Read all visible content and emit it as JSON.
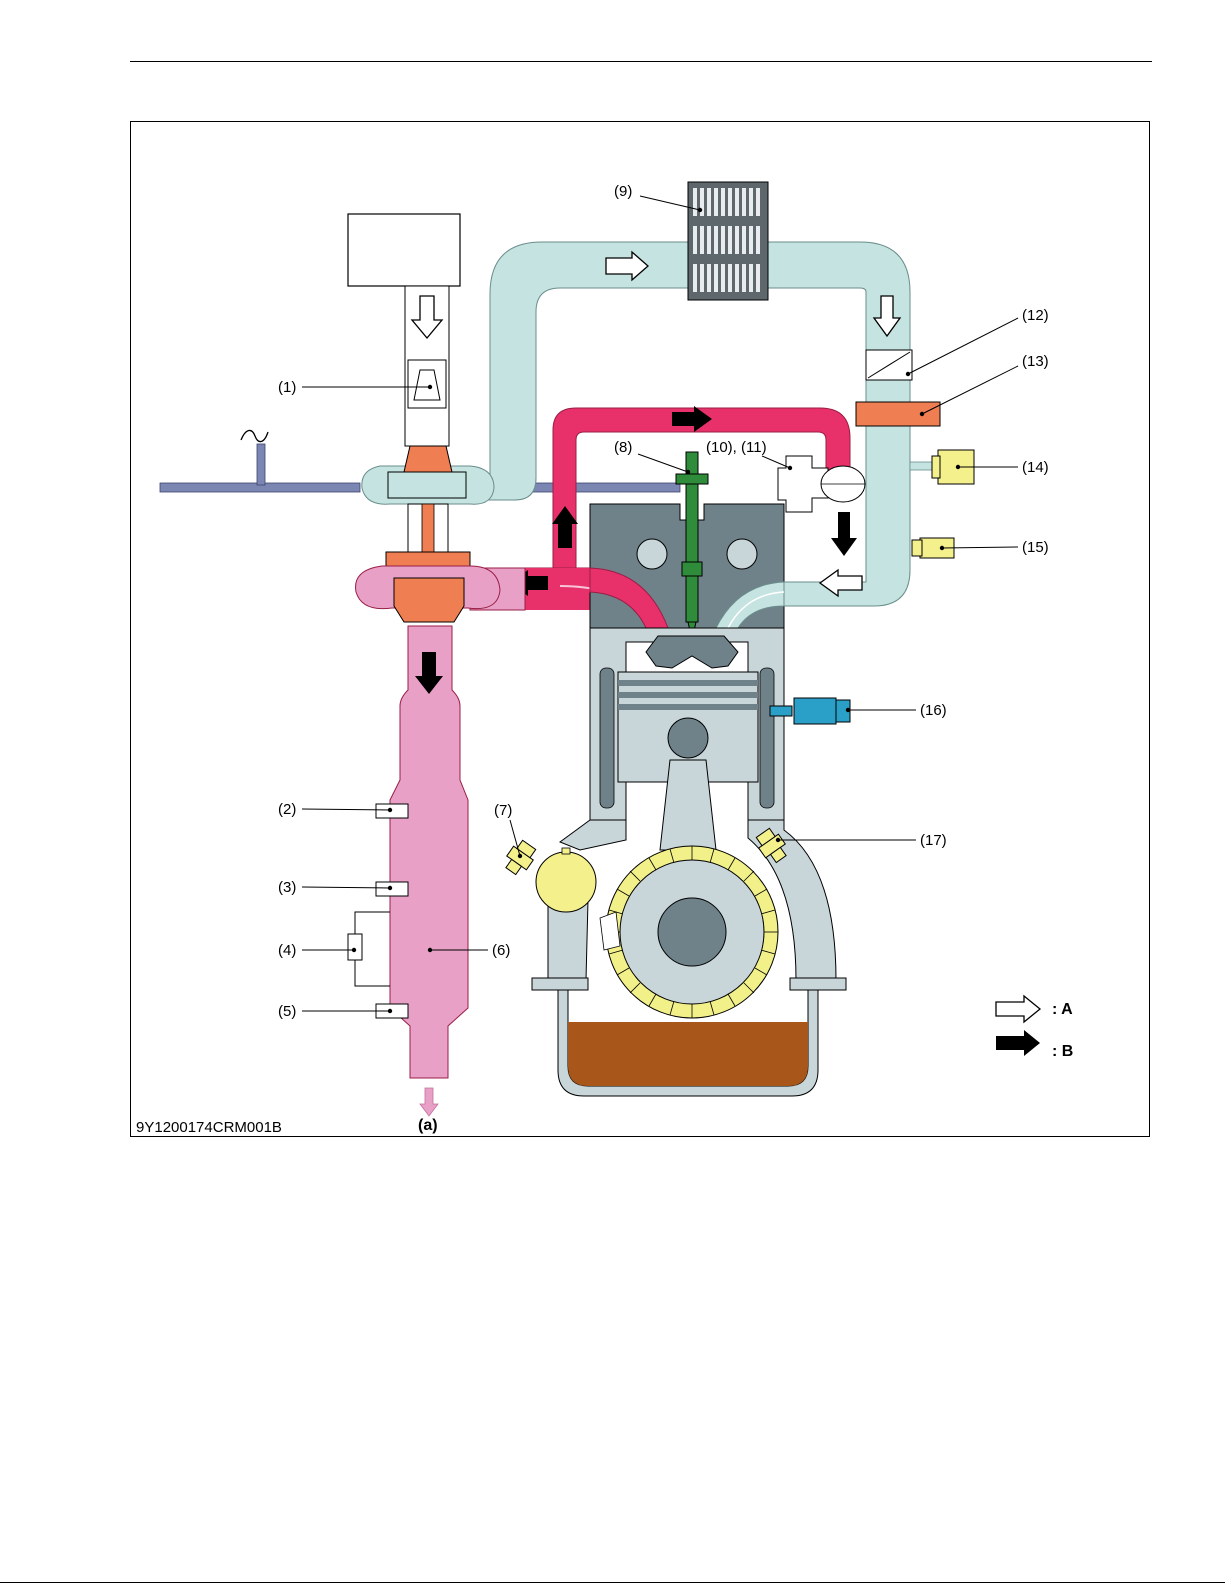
{
  "labels": {
    "l1": "(1)",
    "l2": "(2)",
    "l3": "(3)",
    "l4": "(4)",
    "l5": "(5)",
    "l6": "(6)",
    "l7": "(7)",
    "l8": "(8)",
    "l9": "(9)",
    "l10_11": "(10), (11)",
    "l12": "(12)",
    "l13": "(13)",
    "l14": "(14)",
    "l15": "(15)",
    "l16": "(16)",
    "l17": "(17)"
  },
  "outlet_label": "(a)",
  "legend": {
    "a": ": A",
    "b": ": B"
  },
  "figure_code": "9Y1200174CRM001B",
  "colors": {
    "intake_air": "#c5e3e0",
    "exhaust_hot": "#e8306b",
    "exhaust": "#e8a0c6",
    "turbo_wheel": "#ef7f52",
    "engine_block": "#6f8289",
    "cylinder": "#c8d5d9",
    "injector": "#2f8c3a",
    "sensor": "#f4f08c",
    "coolant_sensor": "#2aa0c8",
    "oil": "#a9561a",
    "crank_gear": "#f2f088",
    "aux_pipe": "#7b86b2"
  }
}
